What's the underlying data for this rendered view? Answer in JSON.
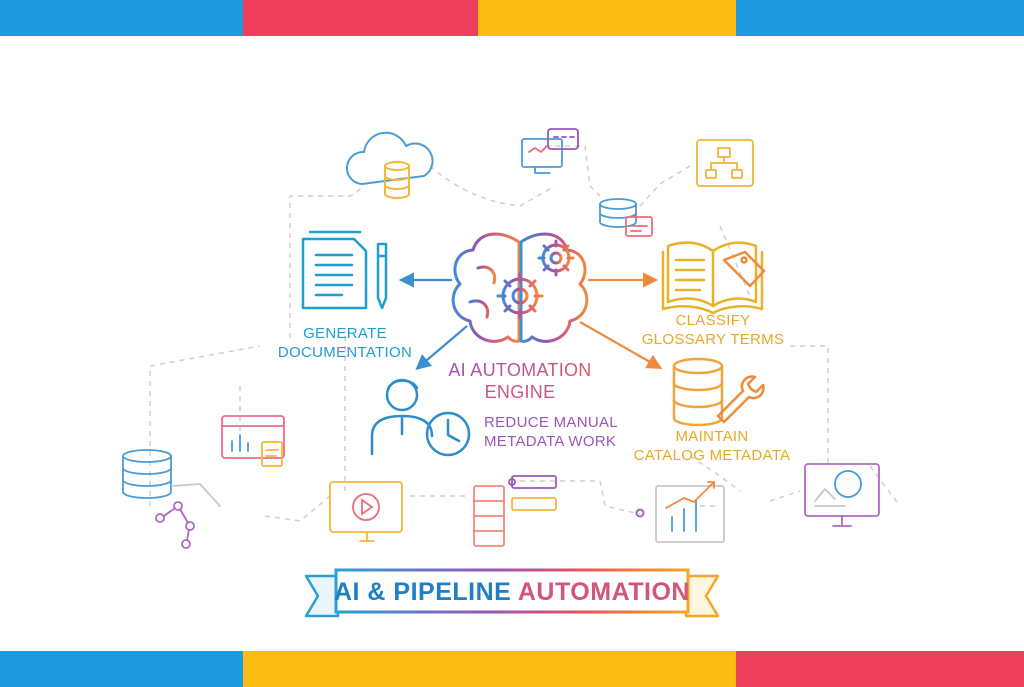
{
  "colors": {
    "blue": "#1e9be0",
    "red": "#ef3e5c",
    "yellow": "#fbbc14",
    "teal": "#1f9ed0",
    "purple": "#9b55b8",
    "orange": "#f08a3c",
    "gold": "#e9b128",
    "dashed": "#c9c9c9"
  },
  "engine": {
    "line1": "AI AUTOMATION",
    "line2": "ENGINE"
  },
  "nodes": {
    "documentation": {
      "line1": "GENERATE",
      "line2": "DOCUMENTATION"
    },
    "glossary": {
      "line1": "CLASSIFY",
      "line2": "GLOSSARY TERMS"
    },
    "manual": {
      "line1": "REDUCE MANUAL",
      "line2": "METADATA WORK"
    },
    "catalog": {
      "line1": "MAINTAIN",
      "line2": "CATALOG METADATA"
    }
  },
  "banner": {
    "part1": "AI & PIPELINE ",
    "part2": "AUTOMATION"
  }
}
